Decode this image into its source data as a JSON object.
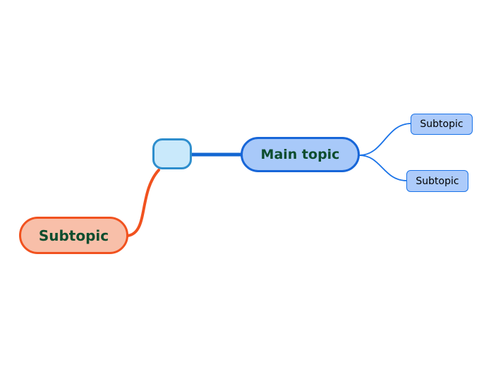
{
  "diagram": {
    "type": "mindmap",
    "background": "#ffffff",
    "main_topic": {
      "label": "Main topic",
      "fill": "#a8c9f9",
      "border_color": "#1766d8",
      "text_color": "#0d4d2e"
    },
    "junction_node": {
      "fill": "#c9e9fb",
      "border_color": "#2e8ecd"
    },
    "subtopic_top_right": {
      "label": "Subtopic",
      "fill": "#adcbfa",
      "border_color": "#1a73e8",
      "text_color": "#000000"
    },
    "subtopic_bottom_right": {
      "label": "Subtopic",
      "fill": "#adcbfa",
      "border_color": "#1a73e8",
      "text_color": "#000000"
    },
    "subtopic_left": {
      "label": "Subtopic",
      "fill": "#f8bfa9",
      "border_color": "#f1521f",
      "text_color": "#0d4d2e"
    },
    "connectors": {
      "junction_to_main": {
        "color": "#1266d2"
      },
      "main_to_subtopic_top_right": {
        "color": "#1a73e8"
      },
      "main_to_subtopic_bottom_right": {
        "color": "#1a73e8"
      },
      "junction_to_subtopic_left": {
        "color": "#f1521f"
      }
    }
  }
}
